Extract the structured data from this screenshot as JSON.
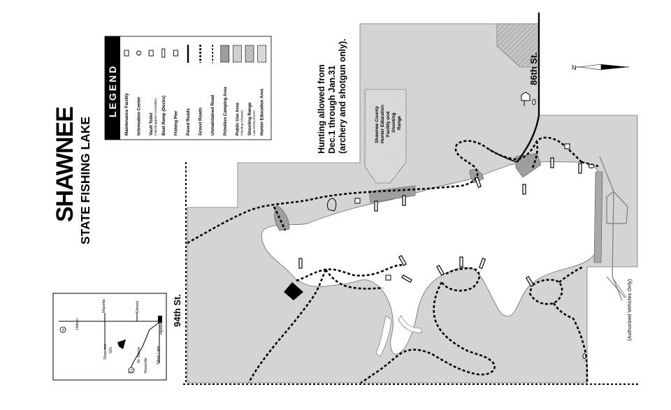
{
  "title": {
    "main": "SHAWNEE",
    "sub": "STATE FISHING LAKE"
  },
  "legend": {
    "header": "LEGEND",
    "items": [
      {
        "label": "Maintenance Facility",
        "note": "",
        "icon": "maintenance-facility-icon"
      },
      {
        "label": "Information Center",
        "note": "",
        "icon": "information-center-icon"
      },
      {
        "label": "Vault Toilet",
        "note": "(Handicapped Accessible)",
        "icon": "vault-toilet-icon"
      },
      {
        "label": "Boat Ramp (Docks)",
        "note": "",
        "icon": "boat-ramp-icon"
      },
      {
        "label": "Fishing Pier",
        "note": "",
        "icon": "fishing-pier-icon"
      },
      {
        "label": "Paved Roads",
        "note": "",
        "icon": "paved-road-icon"
      },
      {
        "label": "Gravel Roads",
        "note": "",
        "icon": "gravel-road-icon"
      },
      {
        "label": "Unmaintained Road",
        "note": "",
        "icon": "unmaintained-road-icon"
      },
      {
        "label": "Primitive Camping Area",
        "note": "",
        "icon": "primitive-camping-swatch"
      },
      {
        "label": "Public Use Area",
        "note": "(Hunting Allowed)",
        "icon": "public-use-swatch"
      },
      {
        "label": "Shooting Range",
        "note": "Law Enforcement",
        "icon": "shooting-range-swatch"
      },
      {
        "label": "Hunter Education Area",
        "note": "",
        "icon": "hunter-education-swatch"
      }
    ]
  },
  "labels": {
    "hunting_line1": "Hunting allowed from",
    "hunting_line2": "Dec.1 through Jan.31",
    "hunting_line3": "(archery and shotgun only).",
    "facility_line1": "Shawnee County",
    "facility_line2": "Hunter Education",
    "facility_line3": "Facility and",
    "facility_line4": "Shooting",
    "facility_line5": "Range",
    "street_86": "86th St.",
    "street_94": "94th St.",
    "authorized": "(Authorized Vehicles Only)",
    "north": "N"
  },
  "locator": {
    "towns": [
      "Holton",
      "Mayetta",
      "Elmont",
      "Topeka",
      "Shawnee",
      "SFL",
      "St. Marys",
      "Rossville",
      "Silver Lake"
    ],
    "hwy_75": "75",
    "hwy_24": "24"
  },
  "colors": {
    "land": "#d4d4d4",
    "water": "#ffffff",
    "camping": "#9e9e9e",
    "hunter_education": "#e4e4e4",
    "road": "#000000"
  }
}
